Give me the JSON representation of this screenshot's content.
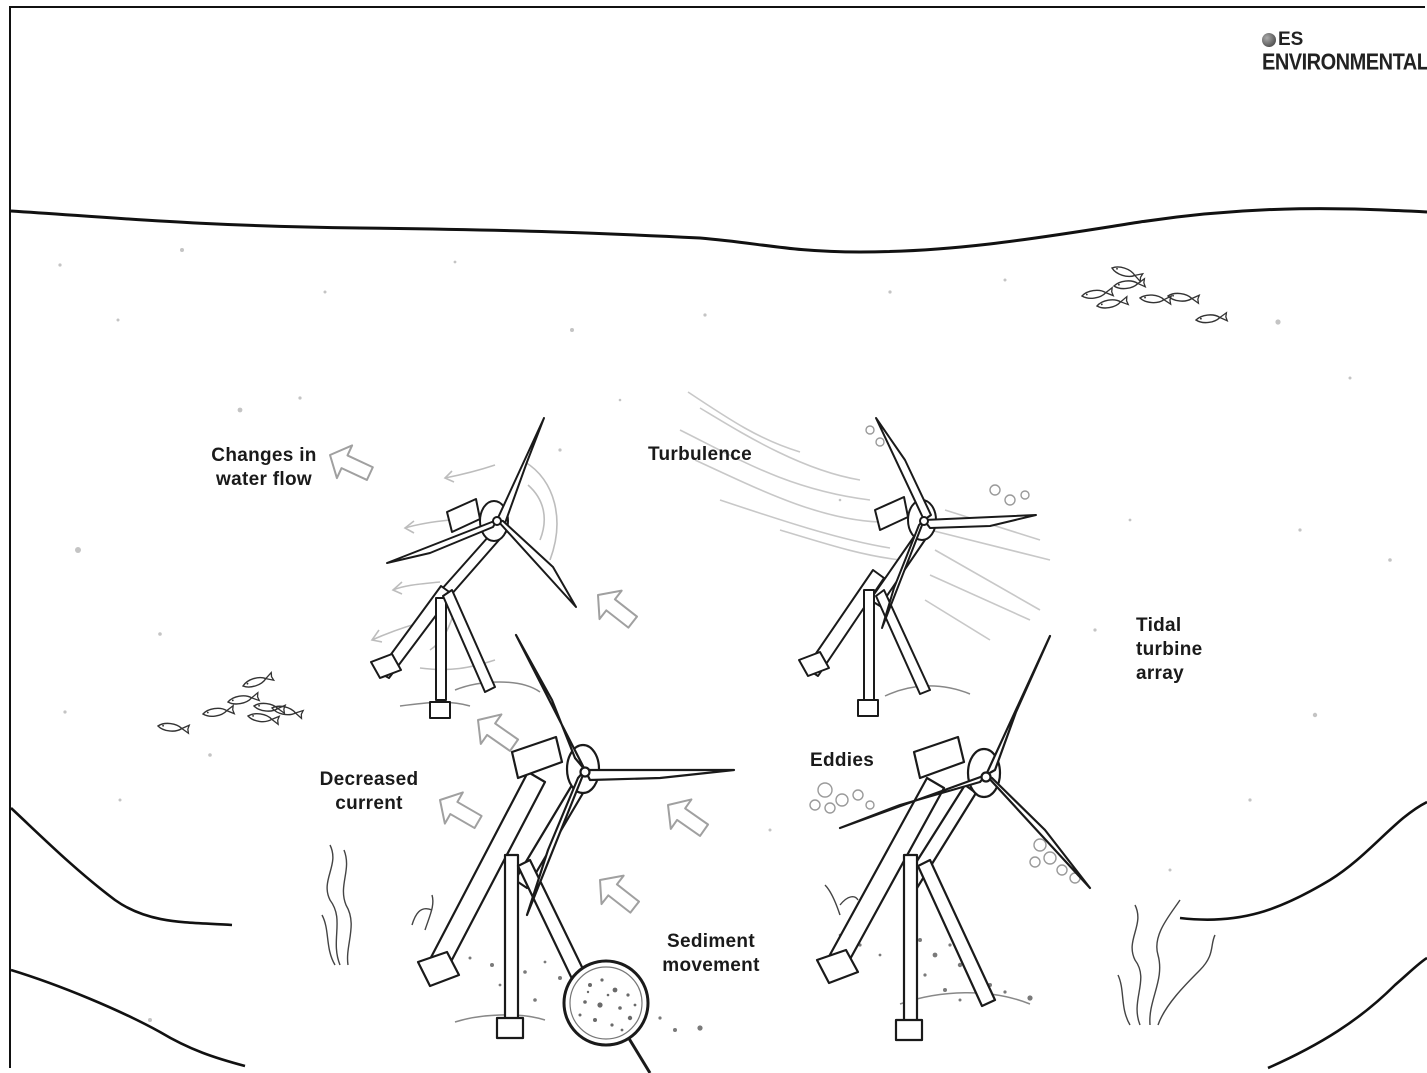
{
  "logo": {
    "line1": "ES",
    "line2": "ENVIRONMENTAL"
  },
  "labels": {
    "changes_flow": [
      "Changes in",
      "water flow"
    ],
    "turbulence": "Turbulence",
    "tidal_array": [
      "Tidal",
      "turbine",
      "array"
    ],
    "decreased_current": [
      "Decreased",
      "current"
    ],
    "eddies": "Eddies",
    "sediment": [
      "Sediment",
      "movement"
    ]
  },
  "colors": {
    "line": "#1a1a1a",
    "faint": "#b9b9b9",
    "arrow": "#9a9a9a",
    "sediment": "#555555"
  },
  "icons": {
    "logo_mark": "globe-icon",
    "flow": "flow-arrow-icon",
    "turbine": "tidal-turbine-icon",
    "fish": "fish-icon",
    "seaweed": "seaweed-icon",
    "magnifier": "magnifier-icon"
  }
}
